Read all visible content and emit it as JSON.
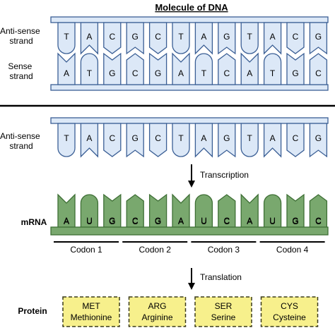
{
  "title": "Molecule of DNA",
  "labels": {
    "anti_sense_line1": "Anti-sense",
    "anti_sense_line2": "strand",
    "sense_line1": "Sense",
    "sense_line2": "strand",
    "anti_sense2_line1": "Anti-sense",
    "anti_sense2_line2": "strand",
    "mrna": "mRNA",
    "protein": "Protein"
  },
  "steps": {
    "transcription": "Transcription",
    "translation": "Translation"
  },
  "dna": {
    "anti_sense": [
      "T",
      "A",
      "C",
      "G",
      "C",
      "T",
      "A",
      "G",
      "T",
      "A",
      "C",
      "G"
    ],
    "sense": [
      "A",
      "T",
      "G",
      "C",
      "G",
      "A",
      "T",
      "C",
      "A",
      "T",
      "G",
      "C"
    ]
  },
  "mrna": [
    "A",
    "U",
    "G",
    "C",
    "G",
    "A",
    "U",
    "C",
    "A",
    "U",
    "G",
    "C"
  ],
  "codons": [
    "Codon 1",
    "Codon 2",
    "Codon 3",
    "Codon 4"
  ],
  "proteins": [
    {
      "abbr": "MET",
      "name": "Methionine"
    },
    {
      "abbr": "ARG",
      "name": "Arginine"
    },
    {
      "abbr": "SER",
      "name": "Serine"
    },
    {
      "abbr": "CYS",
      "name": "Cysteine"
    }
  ],
  "colors": {
    "dna_fill": "#dce8f7",
    "dna_stroke": "#3b5f95",
    "mrna_fill": "#79a86e",
    "mrna_stroke": "#3e6f35",
    "protein_fill": "#f7f08c",
    "protein_stroke": "#3a3a1a",
    "text": "#000000"
  }
}
